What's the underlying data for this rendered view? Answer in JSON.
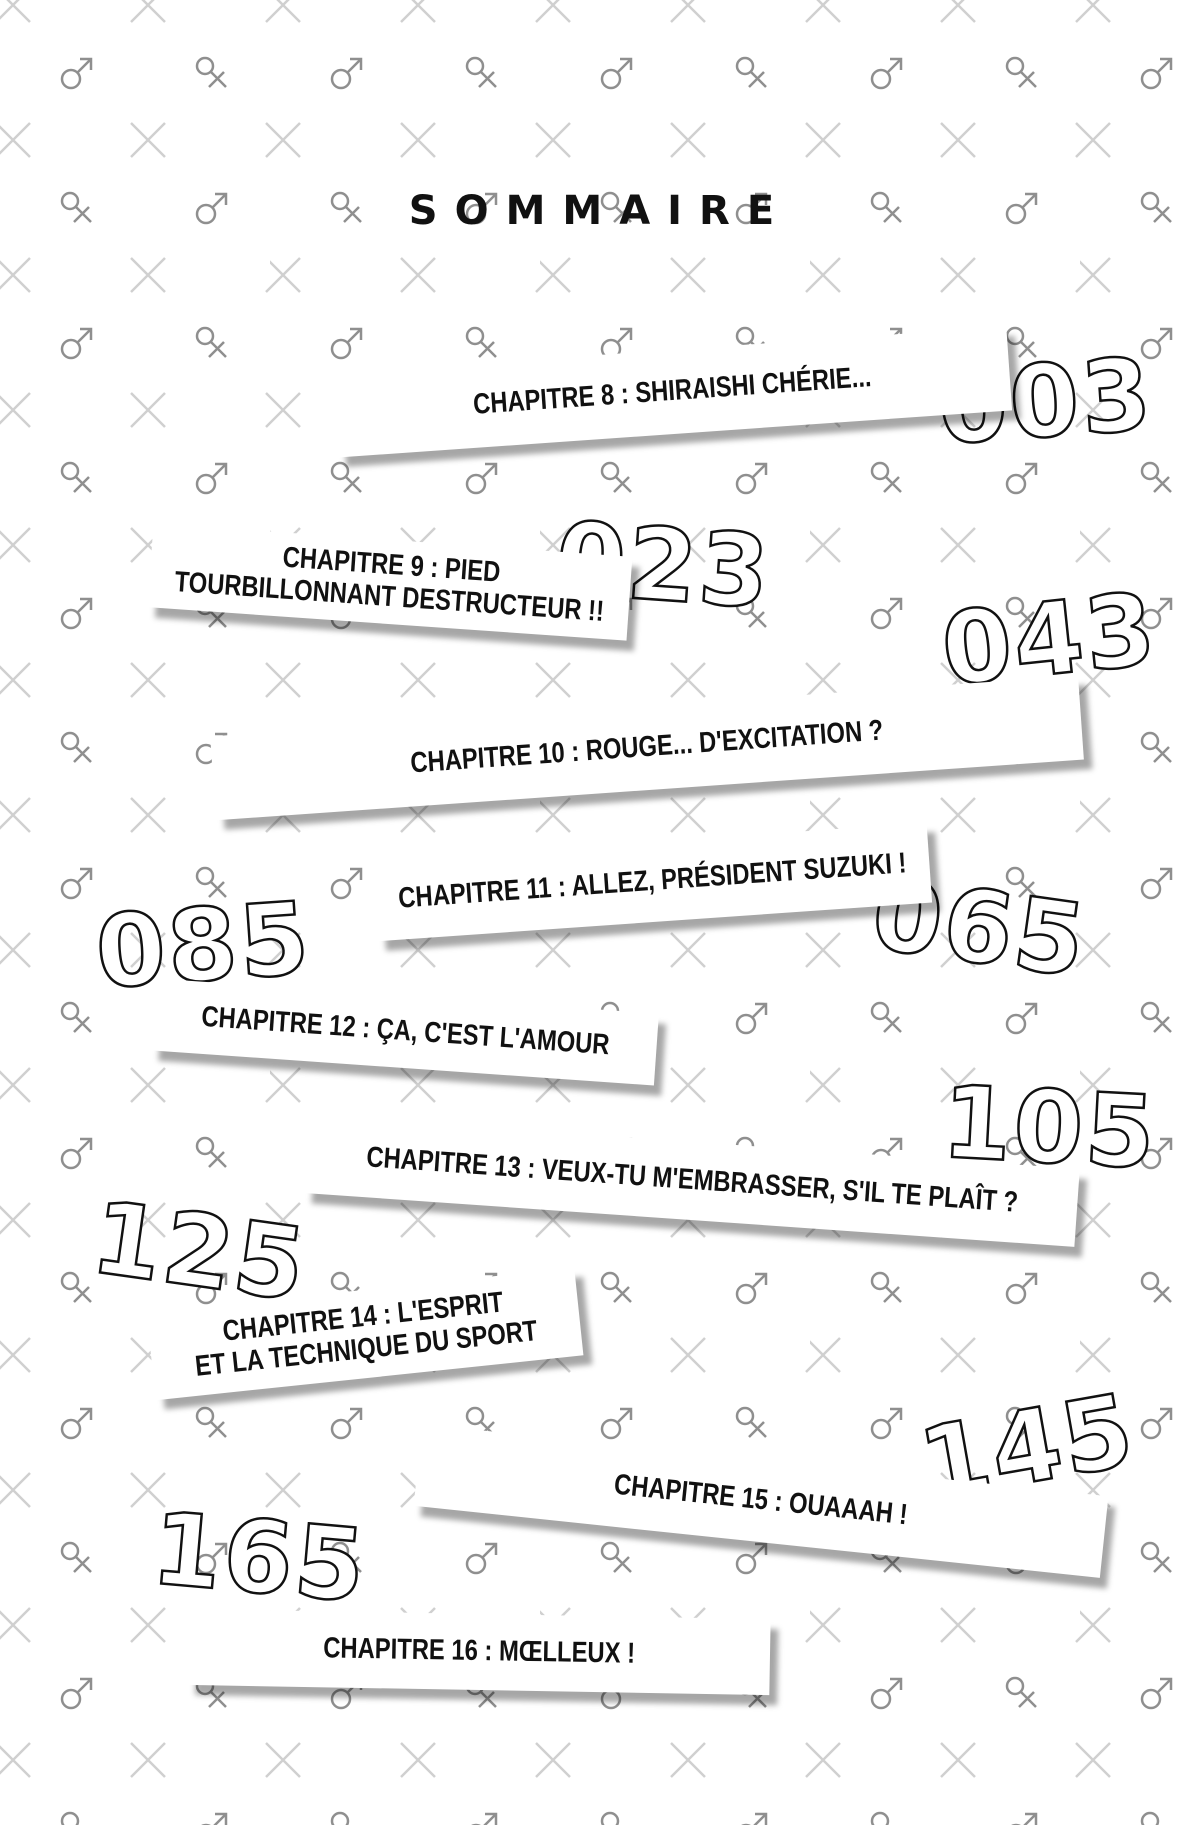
{
  "title": "SOMMAIRE",
  "chapters": [
    {
      "label": "CHAPITRE 8 : SHIRAISHI CHÉRIE...",
      "page": "003"
    },
    {
      "label_line1": "CHAPITRE 9 : PIED",
      "label_line2": "TOURBILLONNANT DESTRUCTEUR !!",
      "page": "023"
    },
    {
      "label": "CHAPITRE 10 : ROUGE... D'EXCITATION ?",
      "page": "043"
    },
    {
      "label": "CHAPITRE 11 : ALLEZ, PRÉSIDENT SUZUKI !",
      "page": "065"
    },
    {
      "label": "CHAPITRE 12 : ÇA, C'EST L'AMOUR",
      "page": "085"
    },
    {
      "label": "CHAPITRE 13 : VEUX-TU M'EMBRASSER, S'IL TE PLAÎT ?",
      "page": "105"
    },
    {
      "label_line1": "CHAPITRE 14 : L'ESPRIT",
      "label_line2": "ET LA TECHNIQUE DU SPORT",
      "page": "125"
    },
    {
      "label": "CHAPITRE 15 : OUAAAH !",
      "page": "145"
    },
    {
      "label": "CHAPITRE 16 : MŒLLEUX !",
      "page": "165"
    }
  ],
  "background_pattern": {
    "icons": [
      "male-symbol-icon",
      "female-symbol-icon",
      "cross-icon"
    ],
    "symbol_color": "#8a8a8a",
    "cross_color": "#cfcfcf"
  }
}
